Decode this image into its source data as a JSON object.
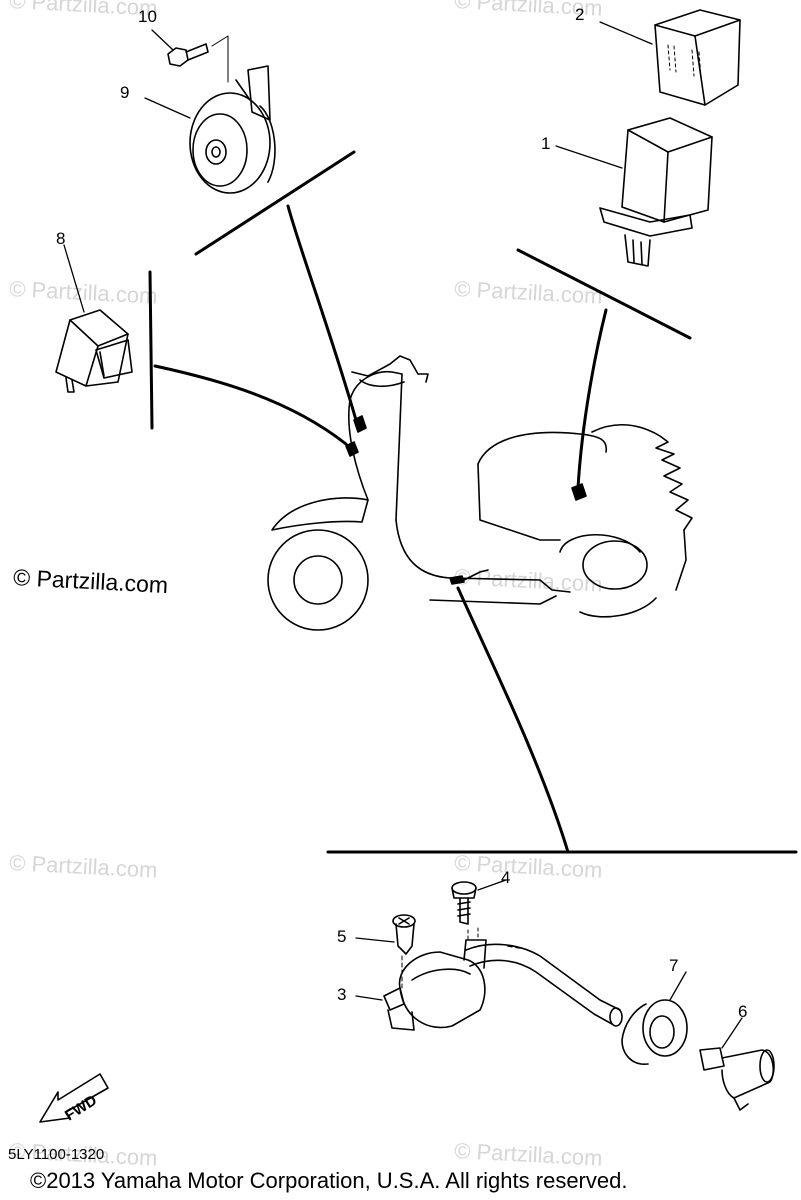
{
  "callouts": {
    "n1": "1",
    "n2": "2",
    "n3": "3",
    "n4": "4",
    "n5": "5",
    "n6": "6",
    "n7": "7",
    "n8": "8",
    "n9": "9",
    "n10": "10"
  },
  "watermark": "© Partzilla.com",
  "fwd_label": "FWD",
  "diagram_code": "5LY1100-1320",
  "copyright": "©2013 Yamaha Motor Corporation, U.S.A. All rights reserved.",
  "colors": {
    "line": "#000000",
    "watermark": "#d6d6d6",
    "background": "#ffffff"
  }
}
